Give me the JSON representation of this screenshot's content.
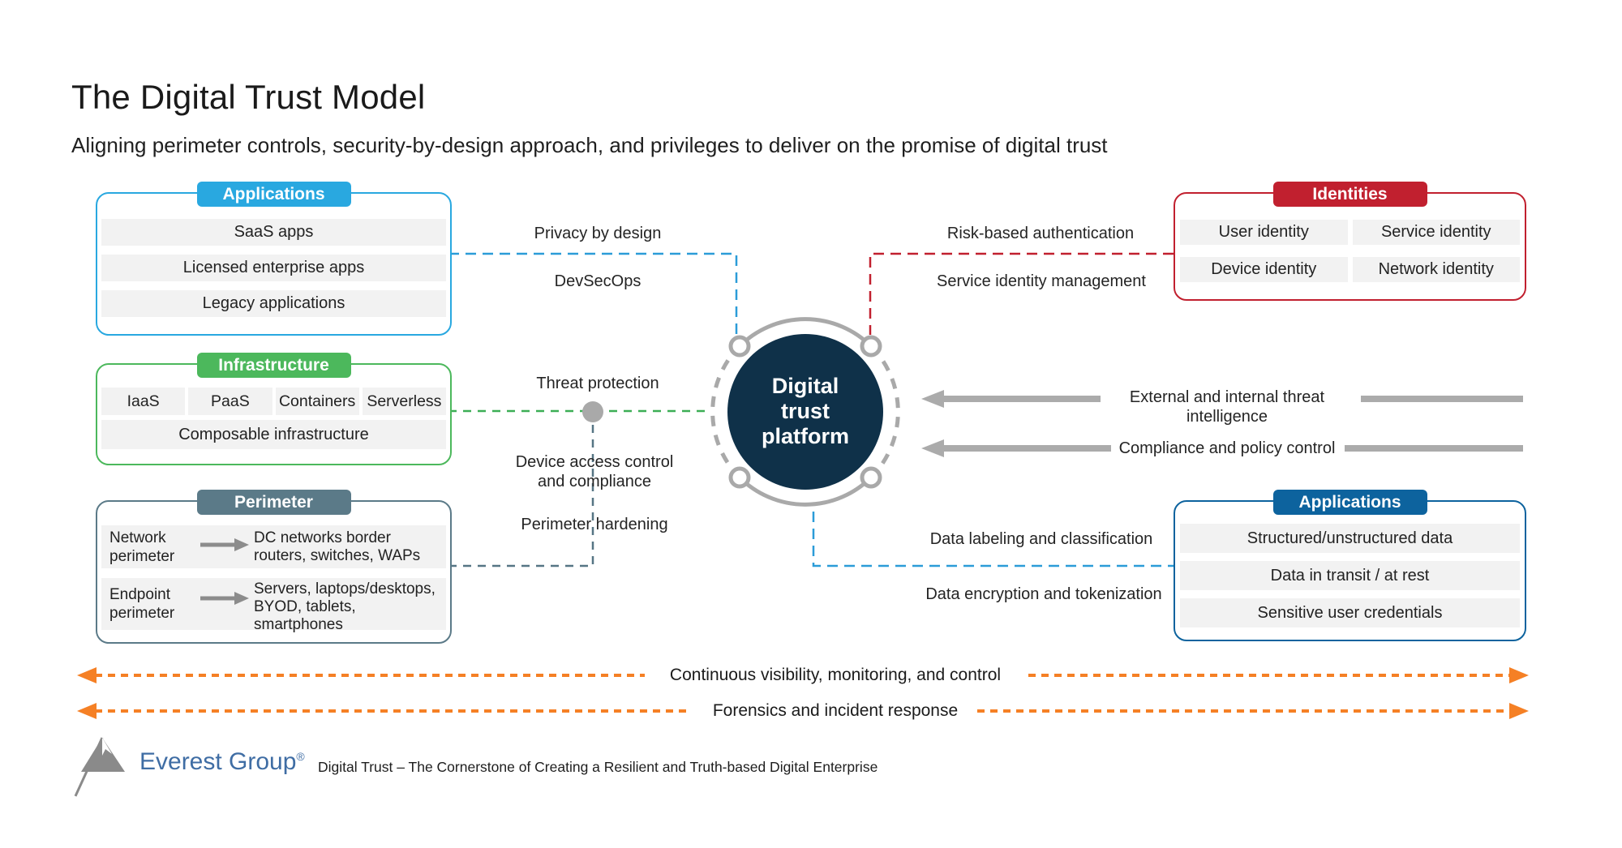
{
  "title": "The Digital Trust Model",
  "subtitle": "Aligning perimeter controls, security-by-design approach, and privileges to deliver on the promise of digital trust",
  "boxes": {
    "applications_left": {
      "header": "Applications",
      "items": [
        "SaaS apps",
        "Licensed enterprise apps",
        "Legacy applications"
      ]
    },
    "infrastructure": {
      "header": "Infrastructure",
      "cells": [
        "IaaS",
        "PaaS",
        "Containers",
        "Serverless"
      ],
      "wide_cell": "Composable infrastructure"
    },
    "perimeter": {
      "header": "Perimeter",
      "rows": [
        {
          "label": "Network perimeter",
          "desc": "DC networks border routers, switches, WAPs"
        },
        {
          "label": "Endpoint perimeter",
          "desc": "Servers, laptops/desktops, BYOD, tablets, smartphones"
        }
      ]
    },
    "identities": {
      "header": "Identities",
      "items": [
        "User identity",
        "Service identity",
        "Device identity",
        "Network identity"
      ]
    },
    "applications_right": {
      "header": "Applications",
      "items": [
        "Structured/unstructured data",
        "Data in transit / at rest",
        "Sensitive user credentials"
      ]
    }
  },
  "center": {
    "line1": "Digital",
    "line2": "trust",
    "line3": "platform"
  },
  "labels": {
    "privacy_by_design": "Privacy by design",
    "devsecops": "DevSecOps",
    "threat_protection": "Threat protection",
    "device_access": "Device access control and compliance",
    "perimeter_hardening": "Perimeter hardening",
    "risk_based_auth": "Risk-based authentication",
    "service_identity_mgmt": "Service identity management",
    "threat_intelligence": "External and internal threat intelligence",
    "compliance_policy": "Compliance and policy control",
    "data_labeling": "Data labeling and classification",
    "data_encryption": "Data encryption and tokenization"
  },
  "bottom_arrows": {
    "visibility": "Continuous visibility, monitoring, and control",
    "forensics": "Forensics and incident response"
  },
  "footer": {
    "brand": "Everest Group",
    "reg": "®",
    "tagline": "Digital Trust – The Cornerstone of Creating a Resilient and Truth-based Digital Enterprise"
  },
  "colors": {
    "applications_left": "#29A8E0",
    "infrastructure": "#4CB85C",
    "perimeter": "#5B7A88",
    "identities": "#C1202F",
    "applications_right": "#0D639E",
    "platform_circle": "#0F3149",
    "connector_gray": "#ABABAB",
    "bottom_arrows": "#F58025",
    "brand_blue": "#3F6DA4"
  }
}
